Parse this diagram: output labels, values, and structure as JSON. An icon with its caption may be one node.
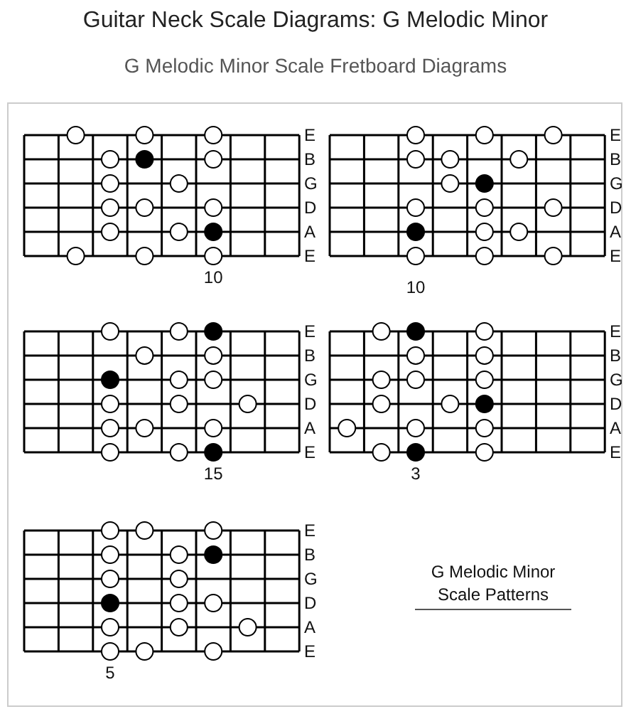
{
  "diagram": {
    "title": "Guitar Neck Scale Diagrams: G Melodic Minor",
    "caption": "G Melodic Minor Scale Fretboard Diagrams",
    "labels": [
      "E",
      "B",
      "G",
      "D",
      "A",
      "E",
      "E",
      "B",
      "G",
      "D",
      "A",
      "E",
      "10",
      "10",
      "E",
      "B",
      "G",
      "D",
      "A",
      "E",
      "E",
      "B",
      "G",
      "D",
      "A",
      "E",
      "15",
      "3",
      "E",
      "B",
      "G",
      "D",
      "A",
      "E",
      "G Melodic Minor Scale Patterns",
      "5"
    ]
  }
}
